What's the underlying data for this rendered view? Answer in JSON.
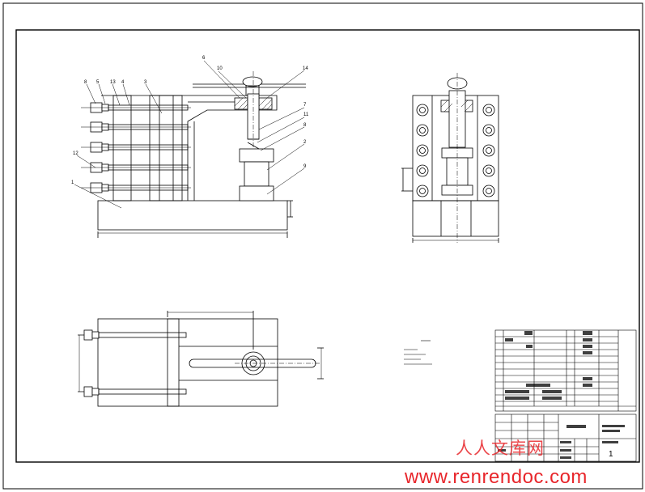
{
  "drawing": {
    "balloon_labels": [
      "6",
      "10",
      "14",
      "8",
      "5",
      "13",
      "4",
      "3",
      "7",
      "11",
      "8",
      "2",
      "9",
      "12",
      "1"
    ],
    "sheet_number": "1"
  },
  "watermark": {
    "cn_text": "人人文库网",
    "url": "www.renrendoc.com",
    "color": "#e8262b"
  }
}
